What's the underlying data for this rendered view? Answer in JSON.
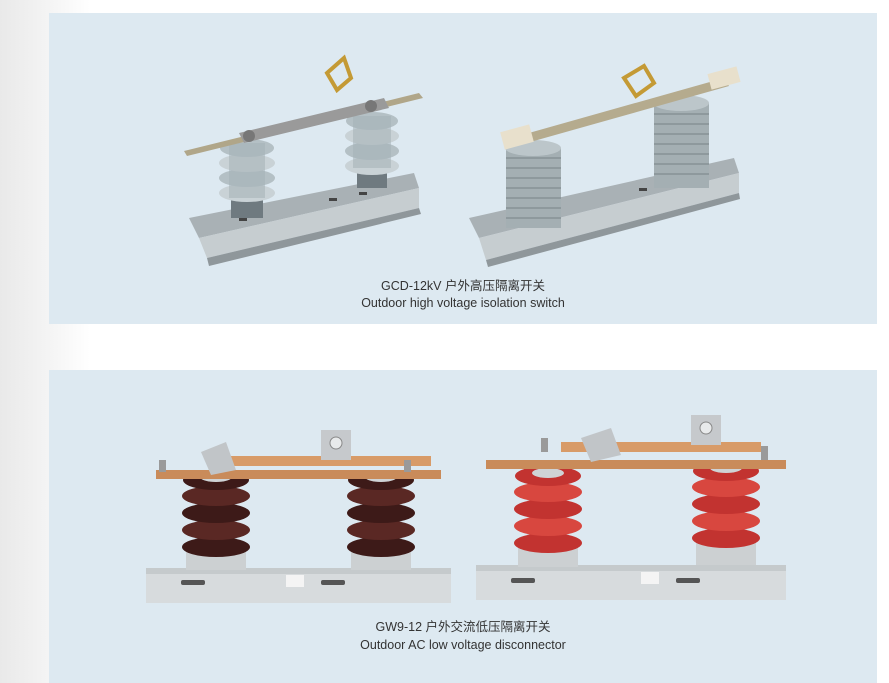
{
  "products": [
    {
      "caption_cn": "GCD-12kV 户外高压隔离开关",
      "caption_en": "Outdoor high voltage isolation switch",
      "insulator_color": "#aab7bc"
    },
    {
      "caption_cn": "GW9-12 户外交流低压隔离开关",
      "caption_en": "Outdoor AC low voltage disconnector",
      "insulator_color": "#4a1f1c",
      "insulator_color_alt": "#cf3a34"
    }
  ]
}
